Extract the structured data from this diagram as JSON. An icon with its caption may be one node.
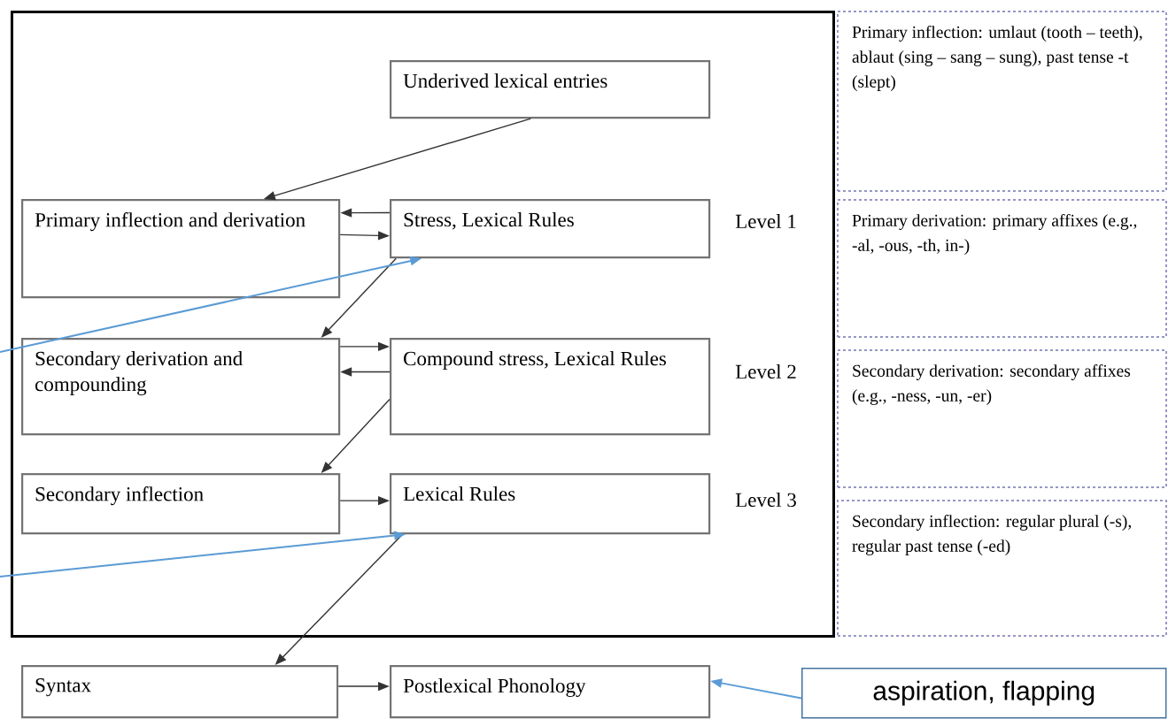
{
  "diagram": {
    "nodes": [
      {
        "text": [],
        "shape": "box"
      },
      {
        "text": [
          "Underived lexical entries"
        ],
        "in": 0
      },
      {
        "text": [
          "Primary inflection and derivation"
        ],
        "in": 0
      },
      {
        "text": [
          "Stress, Lexical Rules"
        ],
        "in": 0
      },
      {
        "text": [
          "Secondary derivation and compounding"
        ],
        "in": 0
      },
      {
        "text": [
          "Compound stress, Lexical Rules"
        ],
        "in": 0
      },
      {
        "text": [
          "Secondary inflection"
        ],
        "in": 0
      },
      {
        "text": [
          "Lexical Rules"
        ],
        "in": 0
      },
      {
        "text": [
          "Syntax"
        ]
      },
      {
        "text": [
          "Postlexical Phonology"
        ]
      },
      {
        "text": [
          "Primary inflection: umlaut (tooth – teeth), ablaut (sing – sang – sung), past tense -t (slept)"
        ]
      },
      {
        "text": [
          "Primary derivation: primary affixes (e.g., -al, -ous, -th, in-)"
        ]
      },
      {
        "text": [
          "Secondary derivation: secondary affixes (e.g., -ness, -un, -er)"
        ]
      },
      {
        "text": [
          "Secondary inflection: regular plural (-s), regular past tense (-ed)"
        ]
      },
      {
        "text": [
          "aspiration, flapping"
        ]
      }
    ],
    "edges": [
      {
        "from": 1,
        "to": 2,
        "arrow": "to"
      },
      {
        "from": 3,
        "to": 2,
        "arrow": "to"
      },
      {
        "from": 2,
        "to": 3,
        "arrow": "to"
      },
      {
        "from": 3,
        "to": 4,
        "arrow": "to"
      },
      {
        "from": 4,
        "to": 5,
        "arrow": "to"
      },
      {
        "from": 5,
        "to": 4,
        "arrow": "to"
      },
      {
        "from": 5,
        "to": 6,
        "arrow": "to"
      },
      {
        "from": 6,
        "to": 7,
        "arrow": "to"
      },
      {
        "from": 7,
        "to": 8,
        "arrow": "to"
      },
      {
        "from": 8,
        "to": 9,
        "arrow": "to"
      },
      {
        "from": null,
        "to": 3,
        "arrow": "to",
        "color": "#5b9bd5"
      },
      {
        "from": null,
        "to": 7,
        "arrow": "to",
        "color": "#5b9bd5"
      },
      {
        "from": 14,
        "to": 9,
        "arrow": "to",
        "color": "#5b9bd5"
      }
    ],
    "labels": [
      "Level 1",
      "Level 2",
      "Level 3"
    ]
  }
}
